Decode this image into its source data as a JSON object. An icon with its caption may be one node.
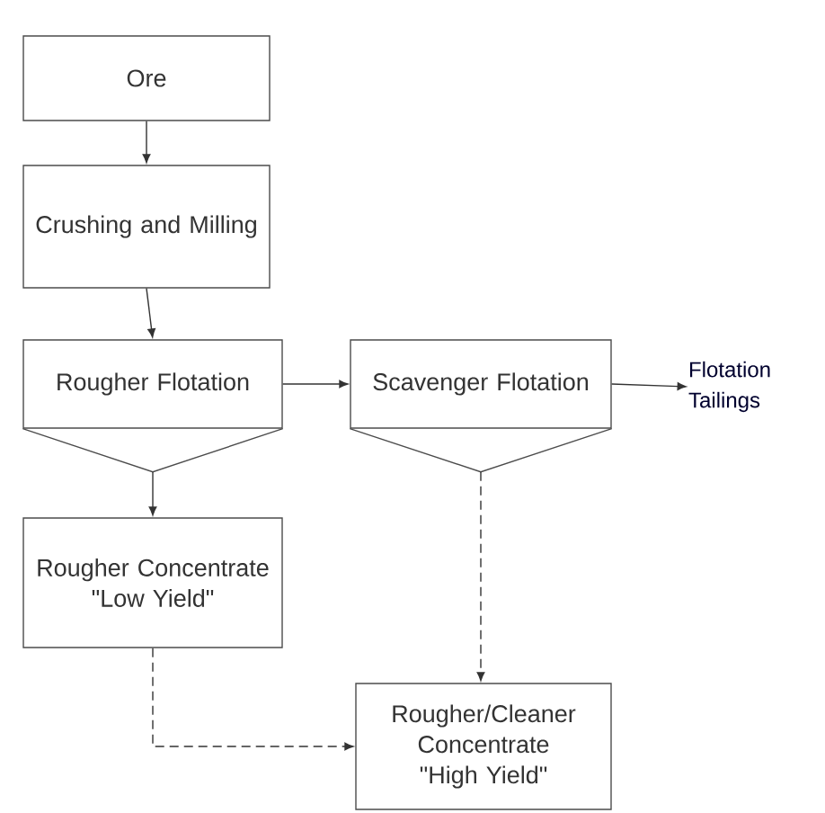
{
  "diagram": {
    "nodes": [
      {
        "text": [
          "Ore"
        ]
      },
      {
        "text": [
          "Crushing and Milling"
        ]
      },
      {
        "text": [
          "Rougher Flotation"
        ]
      },
      {
        "text": [
          "Scavenger Flotation"
        ]
      },
      {
        "text": [
          "Flotation Tailings"
        ]
      },
      {
        "text": [
          "Rougher Concentrate \"Low Yield\""
        ]
      },
      {
        "text": [
          "Rougher/Cleaner Concentrate \"High Yield\""
        ]
      }
    ],
    "edges": [
      {
        "from": 0,
        "to": 1,
        "arrow": "to"
      },
      {
        "from": 1,
        "to": 2,
        "arrow": "to"
      },
      {
        "from": 2,
        "to": 3,
        "arrow": "to"
      },
      {
        "from": 3,
        "to": 4,
        "arrow": "to"
      },
      {
        "from": 2,
        "to": 5,
        "arrow": "to"
      },
      {
        "from": 3,
        "to": 6,
        "arrow": "to",
        "style": "dashed"
      },
      {
        "from": 5,
        "to": 6,
        "arrow": "to",
        "style": "dashed"
      }
    ]
  }
}
